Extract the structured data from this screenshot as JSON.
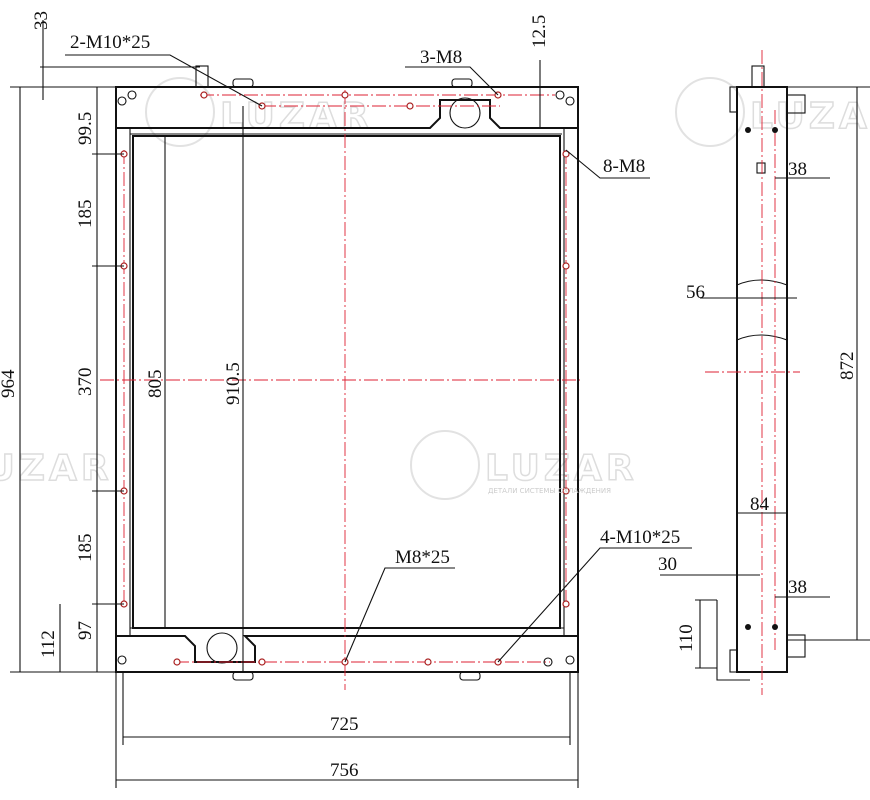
{
  "watermark": {
    "brand": "LUZAR",
    "tagline": "ДЕТАЛИ СИСТЕМЫ ОХЛАЖДЕНИЯ"
  },
  "front_view": {
    "callouts": {
      "top_bolts": "2-M10*25",
      "top_holes": "3-M8",
      "side_holes": "8-M8",
      "bottom_bolt": "M8*25",
      "bottom_bolts": "4-M10*25"
    },
    "dimensions": {
      "d33": "33",
      "d12_5": "12.5",
      "d99_5": "99.5",
      "d185_top": "185",
      "d370": "370",
      "d185_bottom": "185",
      "d97": "97",
      "d112": "112",
      "d964": "964",
      "d805": "805",
      "d910_5": "910.5",
      "d725": "725",
      "d756": "756"
    }
  },
  "side_view": {
    "dimensions": {
      "d38_top": "38",
      "d56": "56",
      "d872": "872",
      "d84": "84",
      "d30": "30",
      "d38_bottom": "38",
      "d110": "110"
    }
  },
  "colors": {
    "line": "#111111",
    "centerline": "#dd2233",
    "hole": "#aa2222"
  }
}
